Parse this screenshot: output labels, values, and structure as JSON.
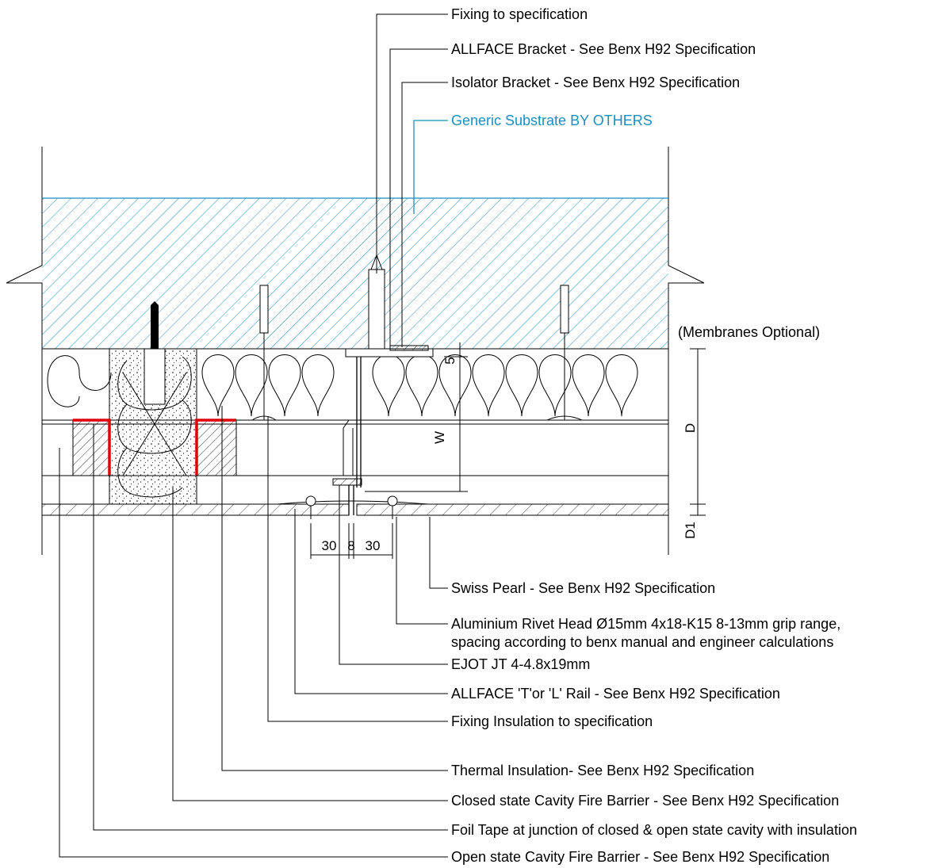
{
  "callouts_top": [
    "Fixing to specification",
    "ALLFACE Bracket - See Benx H92 Specification",
    "Isolator Bracket - See Benx H92 Specification"
  ],
  "substrate_label": "Generic Substrate BY OTHERS",
  "membranes_label": "(Membranes Optional)",
  "dimensions": {
    "d": "D",
    "d1": "D1",
    "w": "W",
    "five": "5",
    "left_30": "30",
    "center_8": "8",
    "right_30": "30"
  },
  "callouts_bottom": [
    "Swiss Pearl - See Benx H92 Specification",
    "Aluminium Rivet Head Ø15mm 4x18-K15 8-13mm grip range,",
    "spacing according to benx manual and engineer calculations",
    "EJOT JT 4-4.8x19mm",
    "ALLFACE 'T'or 'L' Rail - See Benx H92 Specification",
    "Fixing Insulation to specification",
    "Thermal Insulation- See Benx H92 Specification",
    "Closed state Cavity Fire Barrier - See Benx H92 Specification",
    "Foil Tape at junction of closed & open state cavity with insulation",
    "Open state Cavity Fire Barrier - See Benx H92 Specification"
  ],
  "colors": {
    "substrate": "#1c8fbf",
    "foil_tape": "#e00000",
    "line": "#000000"
  }
}
